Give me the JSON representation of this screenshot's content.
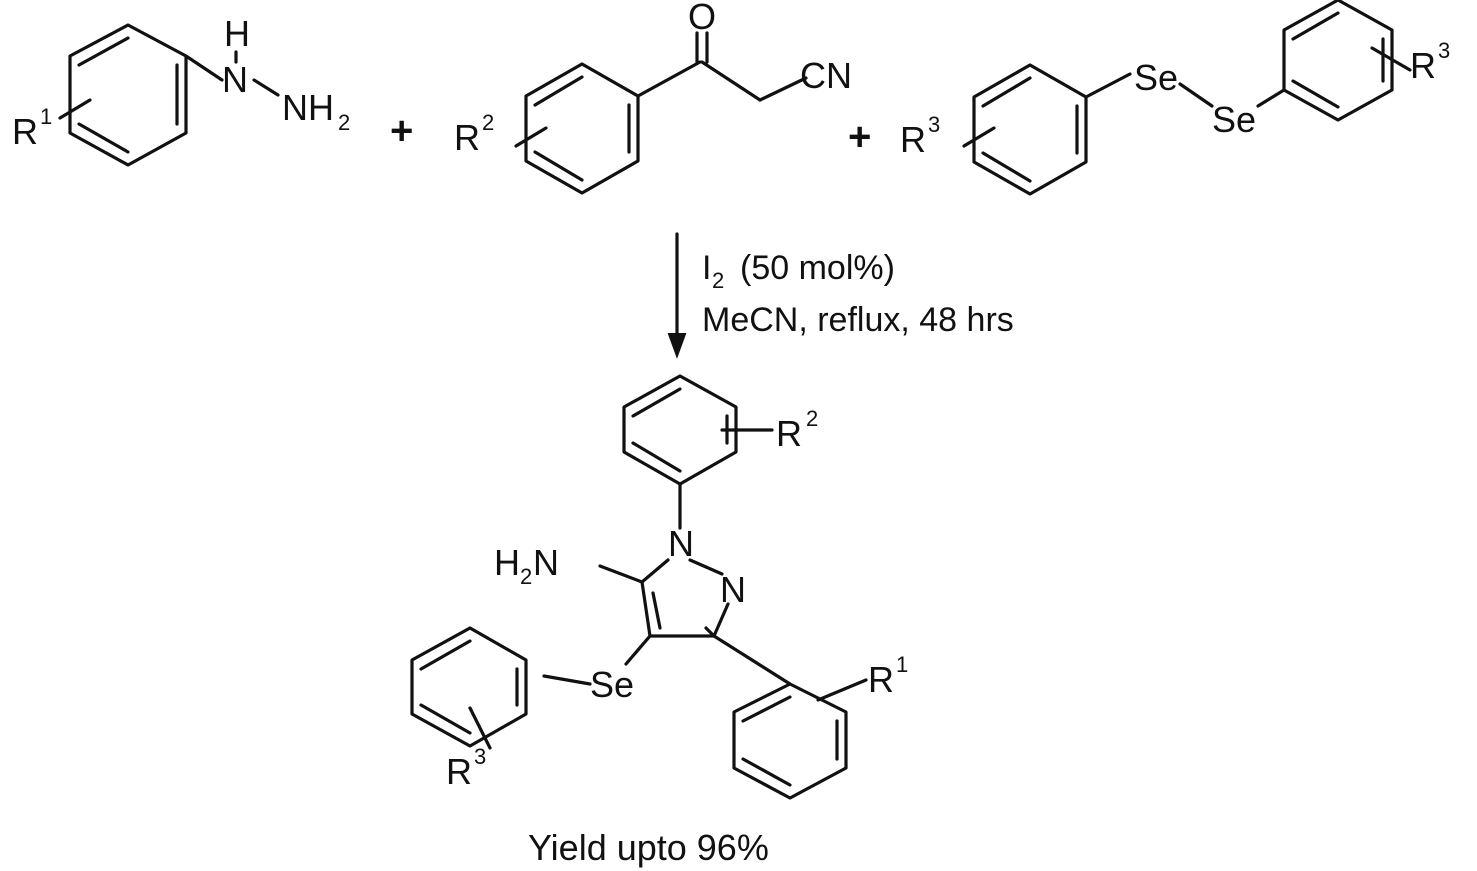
{
  "reactants": {
    "hydrazine": {
      "substituent": "R",
      "substituent_index": "1",
      "h_label": "H",
      "n_label": "N",
      "nh2_label": "NH",
      "nh2_subscript": "2"
    },
    "ketonitrile": {
      "substituent": "R",
      "substituent_index": "2",
      "oxygen_label": "O",
      "nitrile_label": "CN"
    },
    "diselenide": {
      "substituent_left": "R",
      "substituent_left_index": "3",
      "substituent_right": "R",
      "substituent_right_index": "3",
      "se1_label": "Se",
      "se2_label": "Se"
    }
  },
  "plus_sign": "+",
  "conditions": {
    "reagent": "I",
    "reagent_subscript": "2",
    "reagent_amount": "(50 mol%)",
    "solvent_line": "MeCN, reflux, 48 hrs"
  },
  "product": {
    "r2": "R",
    "r2_index": "2",
    "amine_label": "H",
    "amine_subscript": "2",
    "amine_n": "N",
    "n1_label": "N",
    "n2_label": "N",
    "se_label": "Se",
    "r1": "R",
    "r1_index": "1",
    "r3": "R",
    "r3_index": "3"
  },
  "yield_text": "Yield upto 96%"
}
